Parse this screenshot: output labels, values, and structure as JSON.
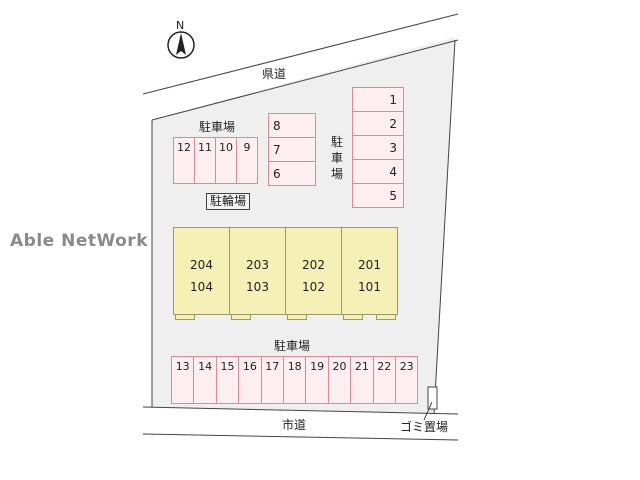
{
  "labels": {
    "prefectural_road": "県道",
    "city_road": "市道",
    "north": "N",
    "parking_top_left": "駐車場",
    "parking_right": "駐車場",
    "parking_bottom": "駐車場",
    "bicycle_parking": "駐輪場",
    "garbage": "ゴミ置場",
    "watermark": "Able NetWork"
  },
  "parking_top_left": [
    "12",
    "11",
    "10",
    "9"
  ],
  "parking_middle": [
    "8",
    "7",
    "6"
  ],
  "parking_right": [
    "1",
    "2",
    "3",
    "4",
    "5"
  ],
  "parking_bottom": [
    "13",
    "14",
    "15",
    "16",
    "17",
    "18",
    "19",
    "20",
    "21",
    "22",
    "23"
  ],
  "units": [
    {
      "upper": "204",
      "lower": "104"
    },
    {
      "upper": "203",
      "lower": "103"
    },
    {
      "upper": "202",
      "lower": "102"
    },
    {
      "upper": "201",
      "lower": "101"
    }
  ],
  "colors": {
    "parking_fill": "#fdeef1",
    "parking_border": "#d98a9a",
    "building_fill": "#f5f0b5",
    "lot_fill": "#efefef"
  }
}
